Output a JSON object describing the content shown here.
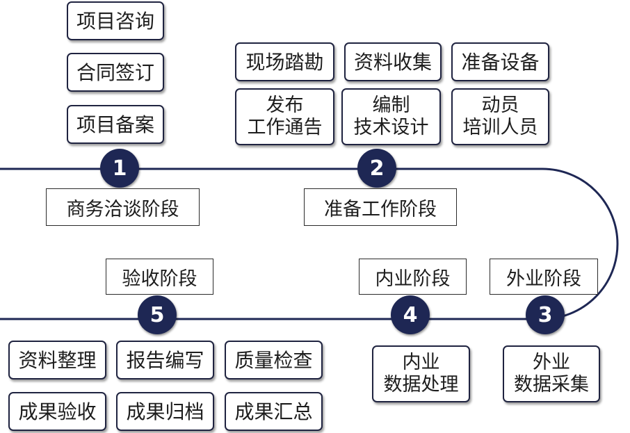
{
  "colors": {
    "navy": "#1e2754",
    "border": "#1f2340",
    "text": "#1d1d1d"
  },
  "steps": [
    {
      "number": "1",
      "stage": "商务洽谈阶段",
      "tasks": [
        [
          "项目咨询"
        ],
        [
          "合同签订"
        ],
        [
          "项目备案"
        ]
      ]
    },
    {
      "number": "2",
      "stage": "准备工作阶段",
      "tasks": [
        [
          "现场踏勘"
        ],
        [
          "资料收集"
        ],
        [
          "准备设备"
        ],
        [
          "发布",
          "工作通告"
        ],
        [
          "编制",
          "技术设计"
        ],
        [
          "动员",
          "培训人员"
        ]
      ]
    },
    {
      "number": "3",
      "stage": "外业阶段",
      "tasks": [
        [
          "外业",
          "数据采集"
        ]
      ]
    },
    {
      "number": "4",
      "stage": "内业阶段",
      "tasks": [
        [
          "内业",
          "数据处理"
        ]
      ]
    },
    {
      "number": "5",
      "stage": "验收阶段",
      "tasks": [
        [
          "资料整理"
        ],
        [
          "报告编写"
        ],
        [
          "质量检查"
        ],
        [
          "成果验收"
        ],
        [
          "成果归档"
        ],
        [
          "成果汇总"
        ]
      ]
    }
  ]
}
